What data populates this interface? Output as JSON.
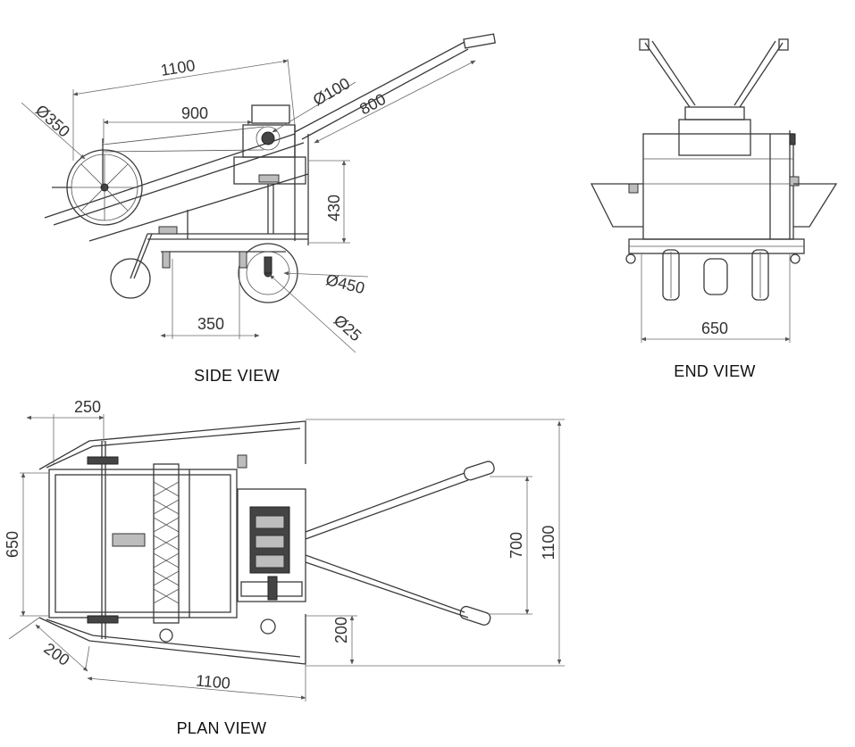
{
  "views": {
    "side": {
      "title": "SIDE VIEW",
      "dims": {
        "overall_length": "1100",
        "drum_span": "900",
        "pulley_dia": "Ø100",
        "handle_length": "800",
        "drum_dia": "Ø350",
        "height": "430",
        "wheel_dia": "Ø450",
        "front_offset": "350",
        "hub_dia": "Ø25"
      }
    },
    "end": {
      "title": "END VIEW",
      "dims": {
        "width": "650"
      }
    },
    "plan": {
      "title": "PLAN VIEW",
      "dims": {
        "top_offset": "250",
        "width": "650",
        "handle_spread": "700",
        "overall_length_right": "1100",
        "lower_width": "200",
        "corner": "200",
        "overall_length_bottom": "1100"
      }
    }
  }
}
